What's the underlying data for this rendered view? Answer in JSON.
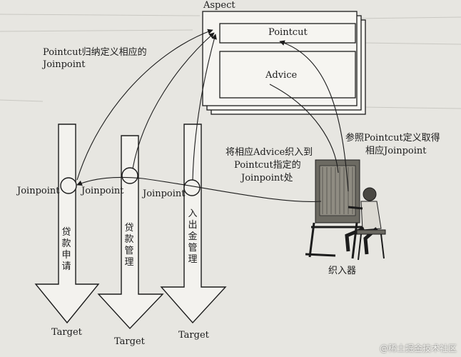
{
  "aspect": {
    "title": "Aspect",
    "pointcut_label": "Pointcut",
    "advice_label": "Advice"
  },
  "notes": {
    "pointcut_note_line1": "Pointcut归纳定义相应的",
    "pointcut_note_line2": "Joinpoint",
    "weave_note_line1": "将相应Advice织入到",
    "weave_note_line2": "Pointcut指定的",
    "weave_note_line3": "Joinpoint处",
    "ref_note_line1": "参照Pointcut定义取得",
    "ref_note_line2": "相应Joinpoint"
  },
  "joinpoint_label": "Joinpoint",
  "targets": [
    {
      "name": "贷款申请",
      "label": "Target"
    },
    {
      "name": "贷款管理",
      "label": "Target"
    },
    {
      "name": "入出金管理",
      "label": "Target"
    }
  ],
  "weaver_label": "织入器",
  "watermark": "@稀土掘金技术社区",
  "colors": {
    "background": "#e7e6e1",
    "ink": "#1c1c1c"
  }
}
